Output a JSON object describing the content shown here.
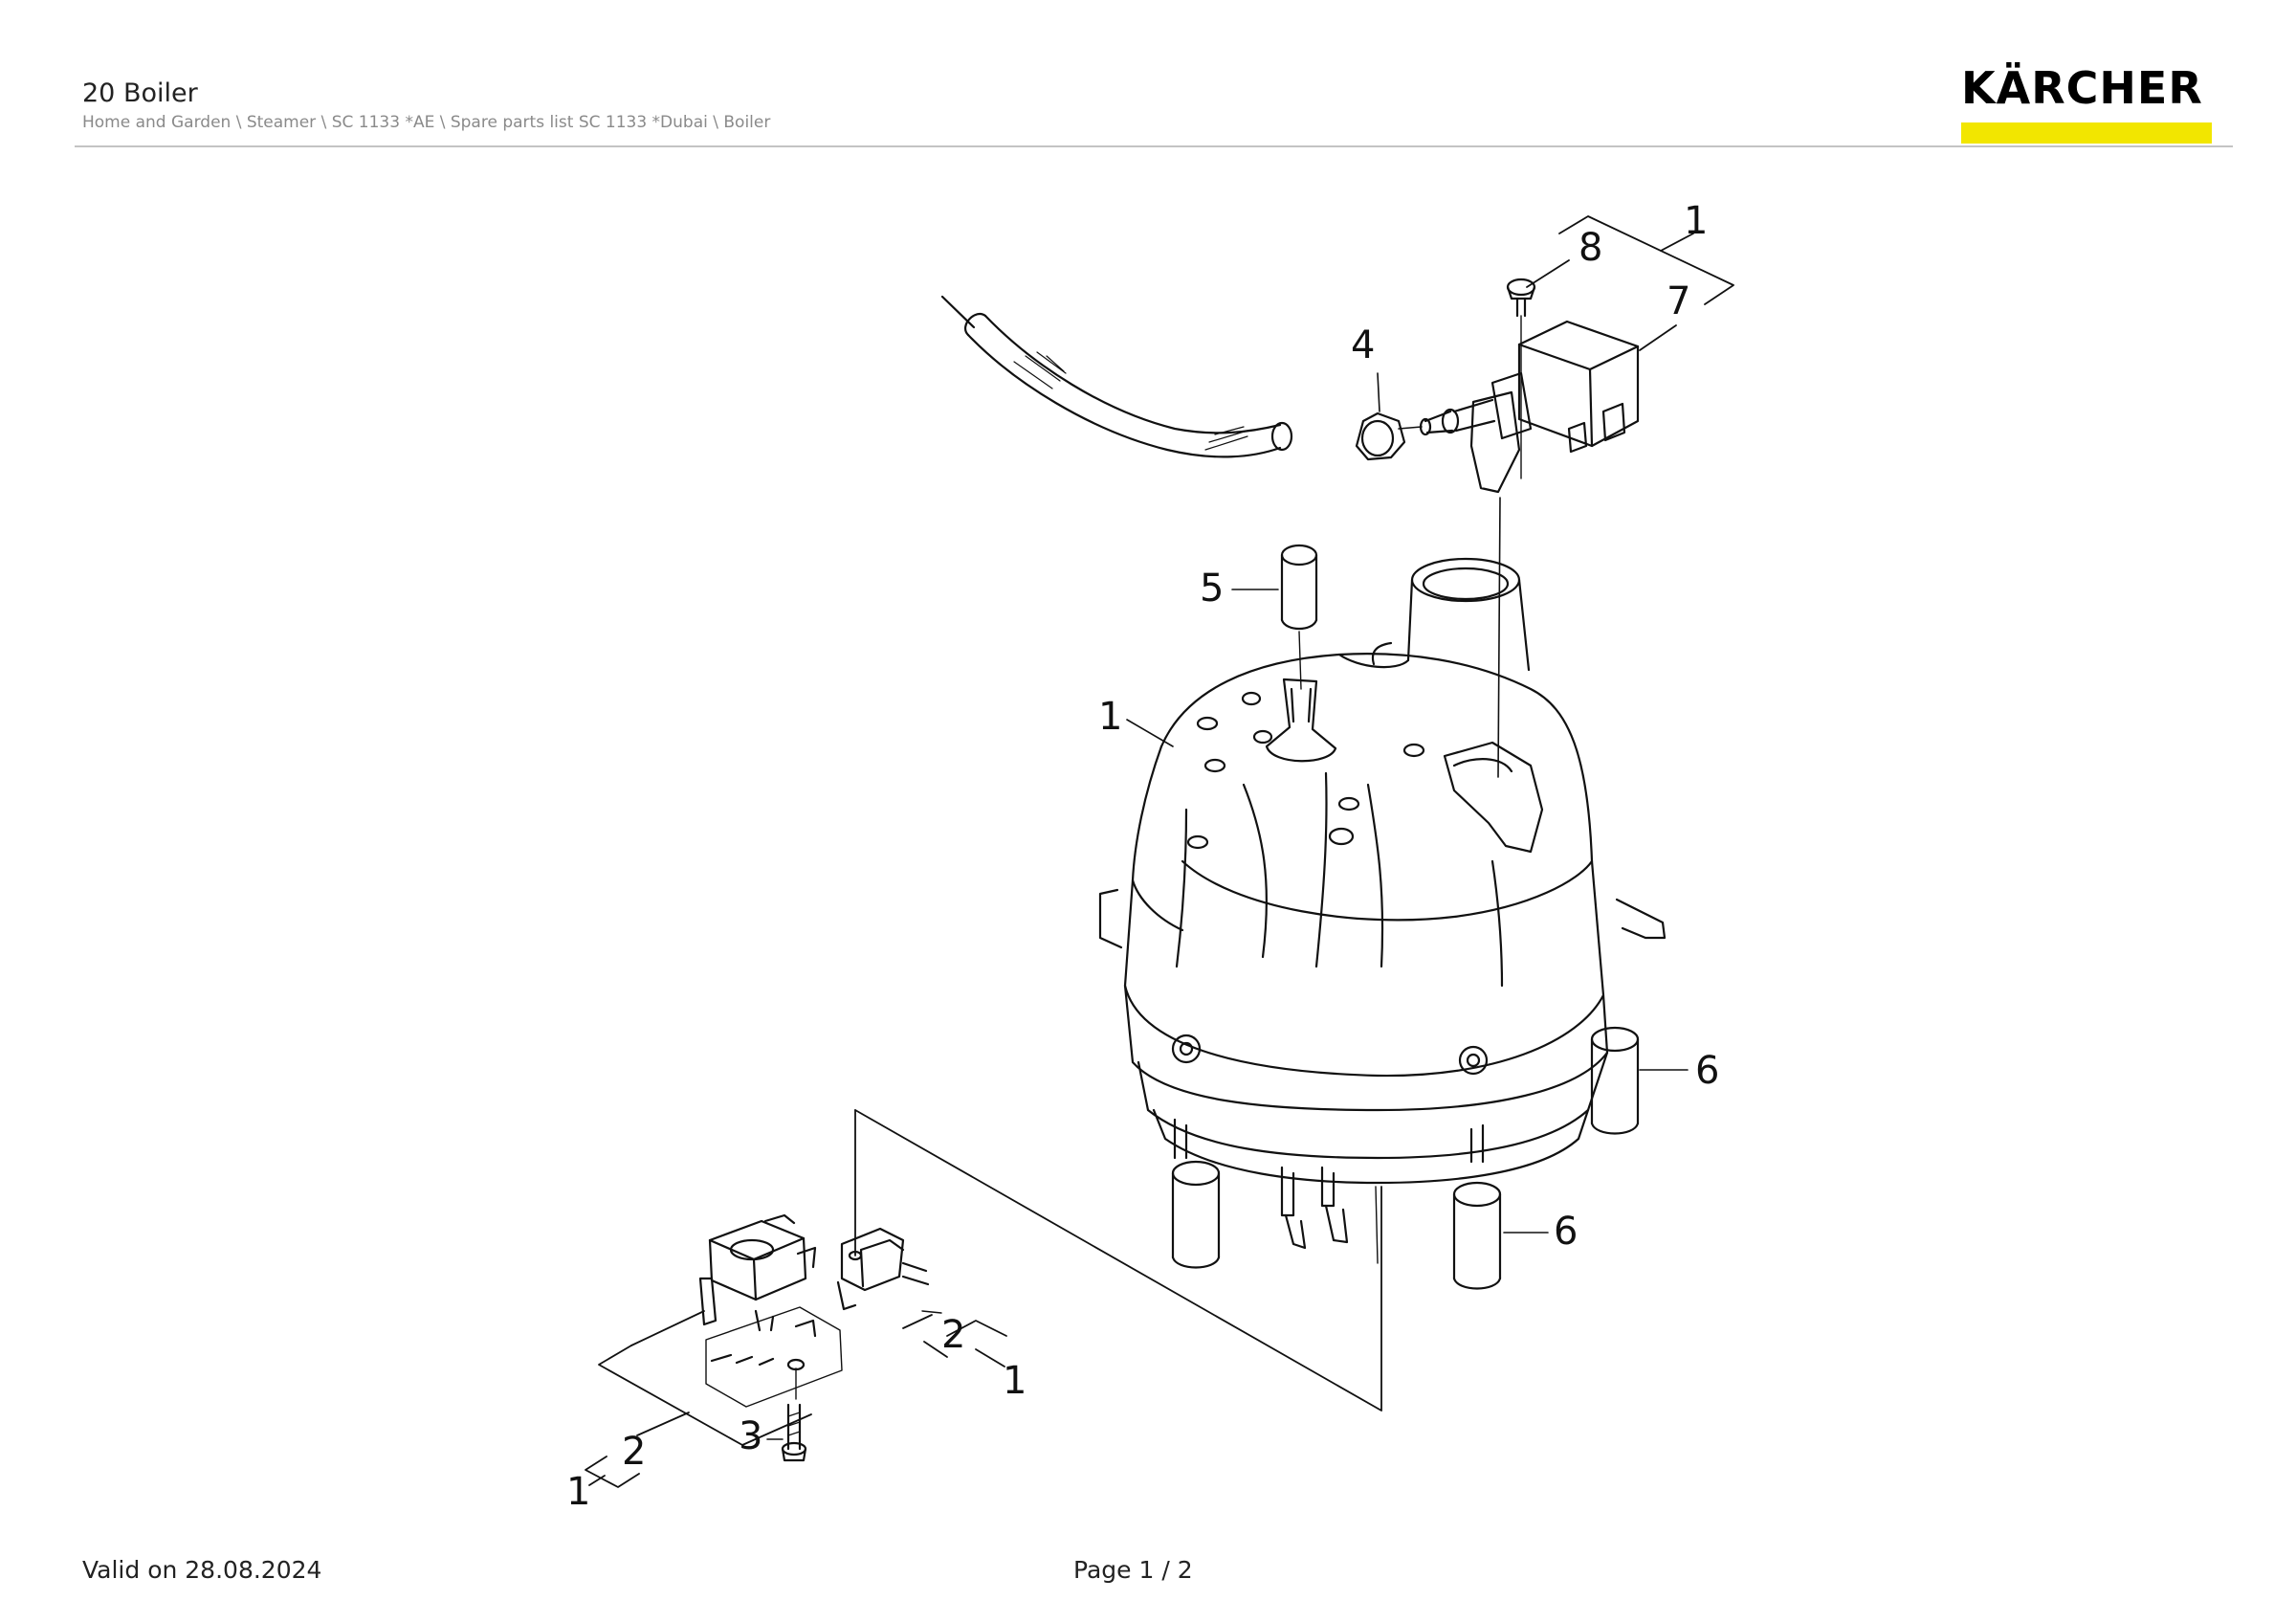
{
  "header": {
    "title": "20 Boiler",
    "breadcrumb": "Home and Garden \\ Steamer \\ SC 1133 *AE \\ Spare parts list SC 1133 *Dubai \\ Boiler",
    "brand_logo_text": "KÄRCHER",
    "brand_color": "#f2e600"
  },
  "diagram": {
    "callouts": {
      "c1_top": "1",
      "c8": "8",
      "c7": "7",
      "c4": "4",
      "c5": "5",
      "c1_boiler": "1",
      "c6_upper": "6",
      "c6_lower": "6",
      "c2_right": "2",
      "c1_right": "1",
      "c3": "3",
      "c2_left": "2",
      "c1_left": "1"
    }
  },
  "footer": {
    "valid": "Valid on 28.08.2024",
    "page": "Page 1 / 2"
  }
}
